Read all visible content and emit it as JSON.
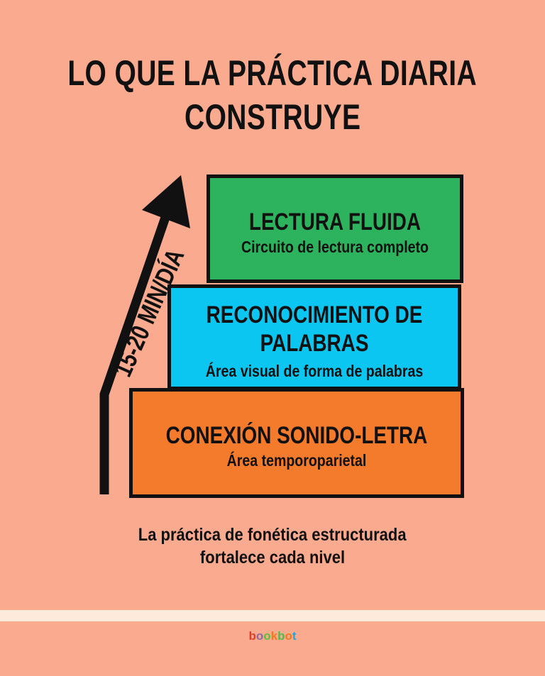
{
  "title": {
    "line1": "LO QUE LA PRÁCTICA DIARIA",
    "line2": "CONSTRUYE"
  },
  "arrow_label": "15-20 MIN/DÍA",
  "levels": [
    {
      "heading": "LECTURA FLUIDA",
      "subtitle": "Circuito de lectura completo",
      "color": "#2DB35E"
    },
    {
      "heading_line1": "RECONOCIMIENTO DE",
      "heading_line2": "PALABRAS",
      "subtitle": "Área visual de forma de palabras",
      "color": "#0BC6F0"
    },
    {
      "heading": "CONEXIÓN SONIDO-LETRA",
      "subtitle": "Área temporoparietal",
      "color": "#F47A2C"
    }
  ],
  "caption": {
    "line1": "La práctica de fonética estructurada",
    "line2": "fortalece cada nivel"
  },
  "logo": {
    "text": "bookbot",
    "letters": [
      "b",
      "o",
      "o",
      "k",
      "b",
      "o",
      "t"
    ],
    "colors": [
      "#D9412E",
      "#8E6A9E",
      "#5FBF3A",
      "#F07A22",
      "#55B84A",
      "#F07A22",
      "#1EA5E0"
    ]
  },
  "colors": {
    "background": "#F9AA8F",
    "band": "#FDEADB",
    "outline": "#111111"
  }
}
